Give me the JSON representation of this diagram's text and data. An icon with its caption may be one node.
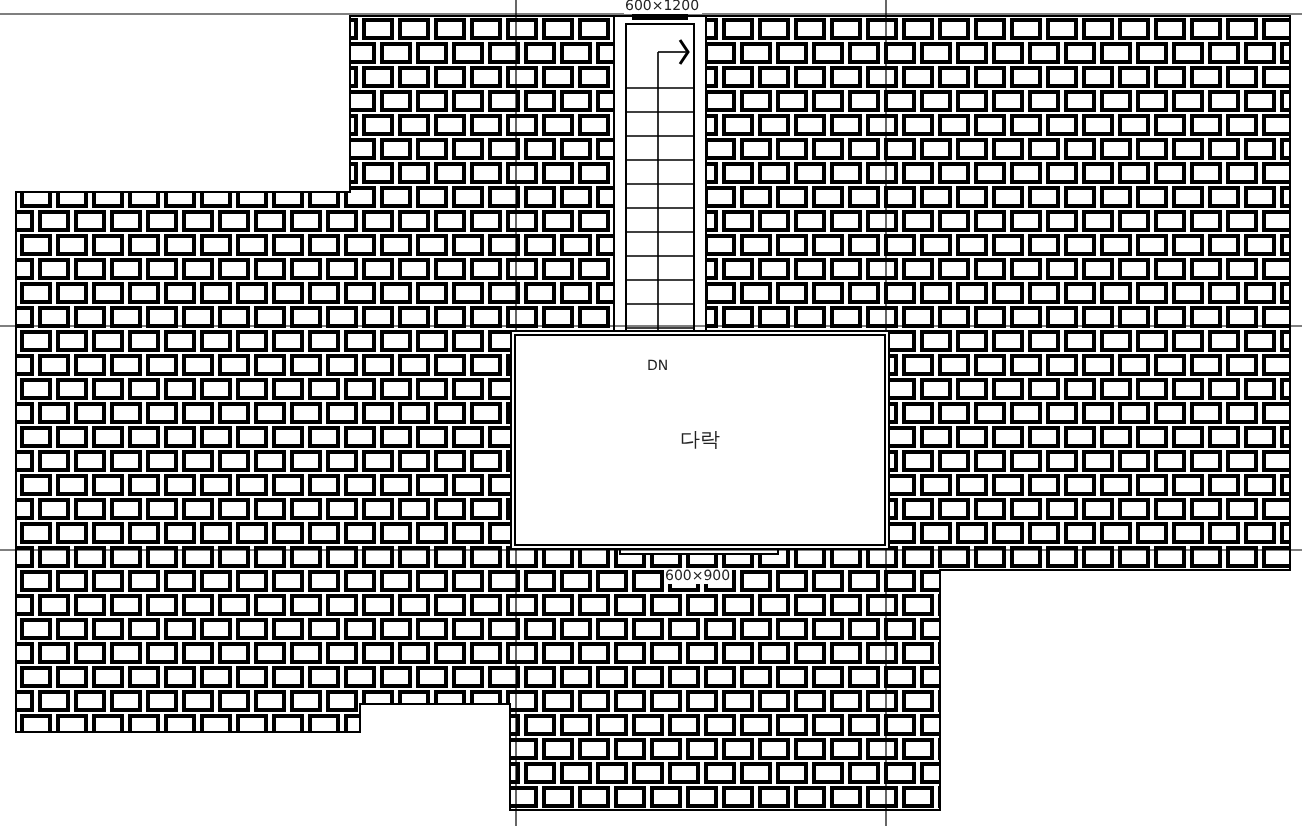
{
  "diagram": {
    "nodes": [
      {
        "text": [
          "다락"
        ]
      }
    ],
    "labels": [
      "600×1200",
      "DN",
      "600×900"
    ]
  }
}
